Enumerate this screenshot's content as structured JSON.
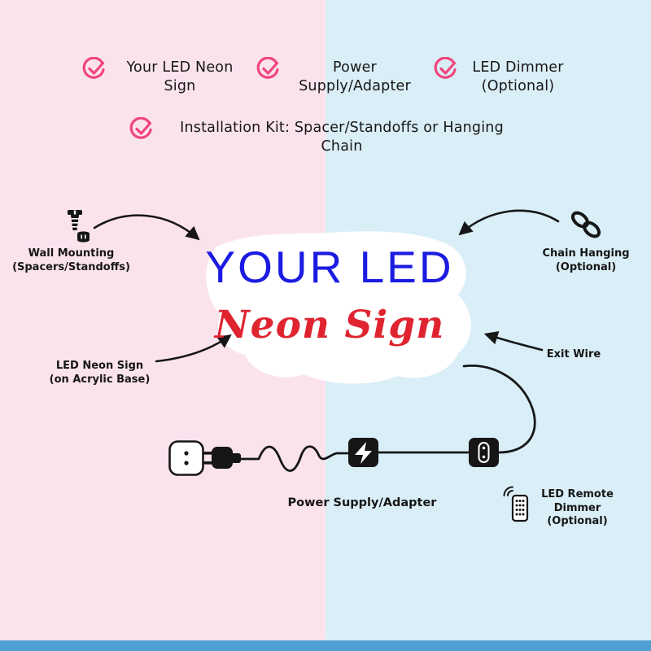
{
  "colors": {
    "left_bg": "#fbe3ed",
    "right_bg": "#daeef7",
    "bottom_bar": "#4f9fd4",
    "check": "#f0457c",
    "sign_blue": "#1b1be2",
    "sign_red": "#df2430",
    "ink": "#161616"
  },
  "checklist": {
    "items": [
      {
        "line1": "Your LED Neon",
        "line2": "Sign"
      },
      {
        "line1": "Power",
        "line2": "Supply/Adapter"
      },
      {
        "line1": "LED Dimmer",
        "line2": "(Optional)"
      },
      {
        "line1": "Installation Kit: Spacer/Standoffs or Hanging",
        "line2": "Chain"
      }
    ]
  },
  "sign": {
    "line1": "YOUR LED",
    "line2": "Neon Sign"
  },
  "annotations": {
    "wall_mounting": {
      "line1": "Wall Mounting",
      "line2": "(Spacers/Standoffs)"
    },
    "chain_hanging": {
      "line1": "Chain Hanging",
      "line2": "(Optional)"
    },
    "acrylic_base": {
      "line1": "LED Neon Sign",
      "line2": "(on Acrylic Base)"
    },
    "exit_wire": {
      "label": "Exit Wire"
    },
    "power_supply": {
      "label": "Power Supply/Adapter"
    },
    "remote_dimmer": {
      "line1": "LED Remote",
      "line2": "Dimmer",
      "line3": "(Optional)"
    }
  }
}
